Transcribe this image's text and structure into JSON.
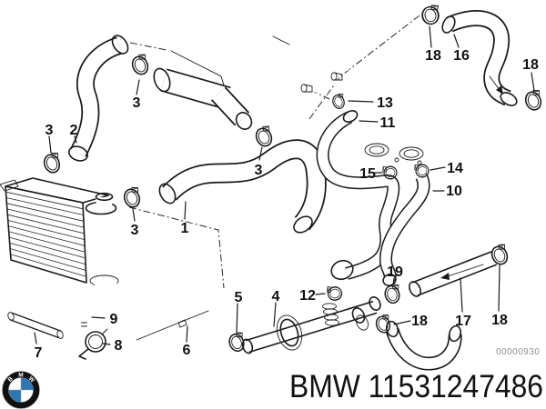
{
  "diagram": {
    "callouts": [
      "3",
      "3",
      "2",
      "3",
      "3",
      "1",
      "13",
      "11",
      "15",
      "14",
      "10",
      "18",
      "16",
      "18",
      "12",
      "19",
      "5",
      "4",
      "18",
      "17",
      "18",
      "9",
      "8",
      "7",
      "6"
    ],
    "watermark": "00000930"
  },
  "caption": "BMW 11531247486",
  "logo": {
    "letters": [
      "B",
      "M",
      "W"
    ]
  },
  "colors": {
    "line": "#1a1a1a",
    "background": "#ffffff",
    "watermark_gray": "#8f8f8f",
    "logo_black": "#101010",
    "logo_blue": "#2f77b4"
  }
}
